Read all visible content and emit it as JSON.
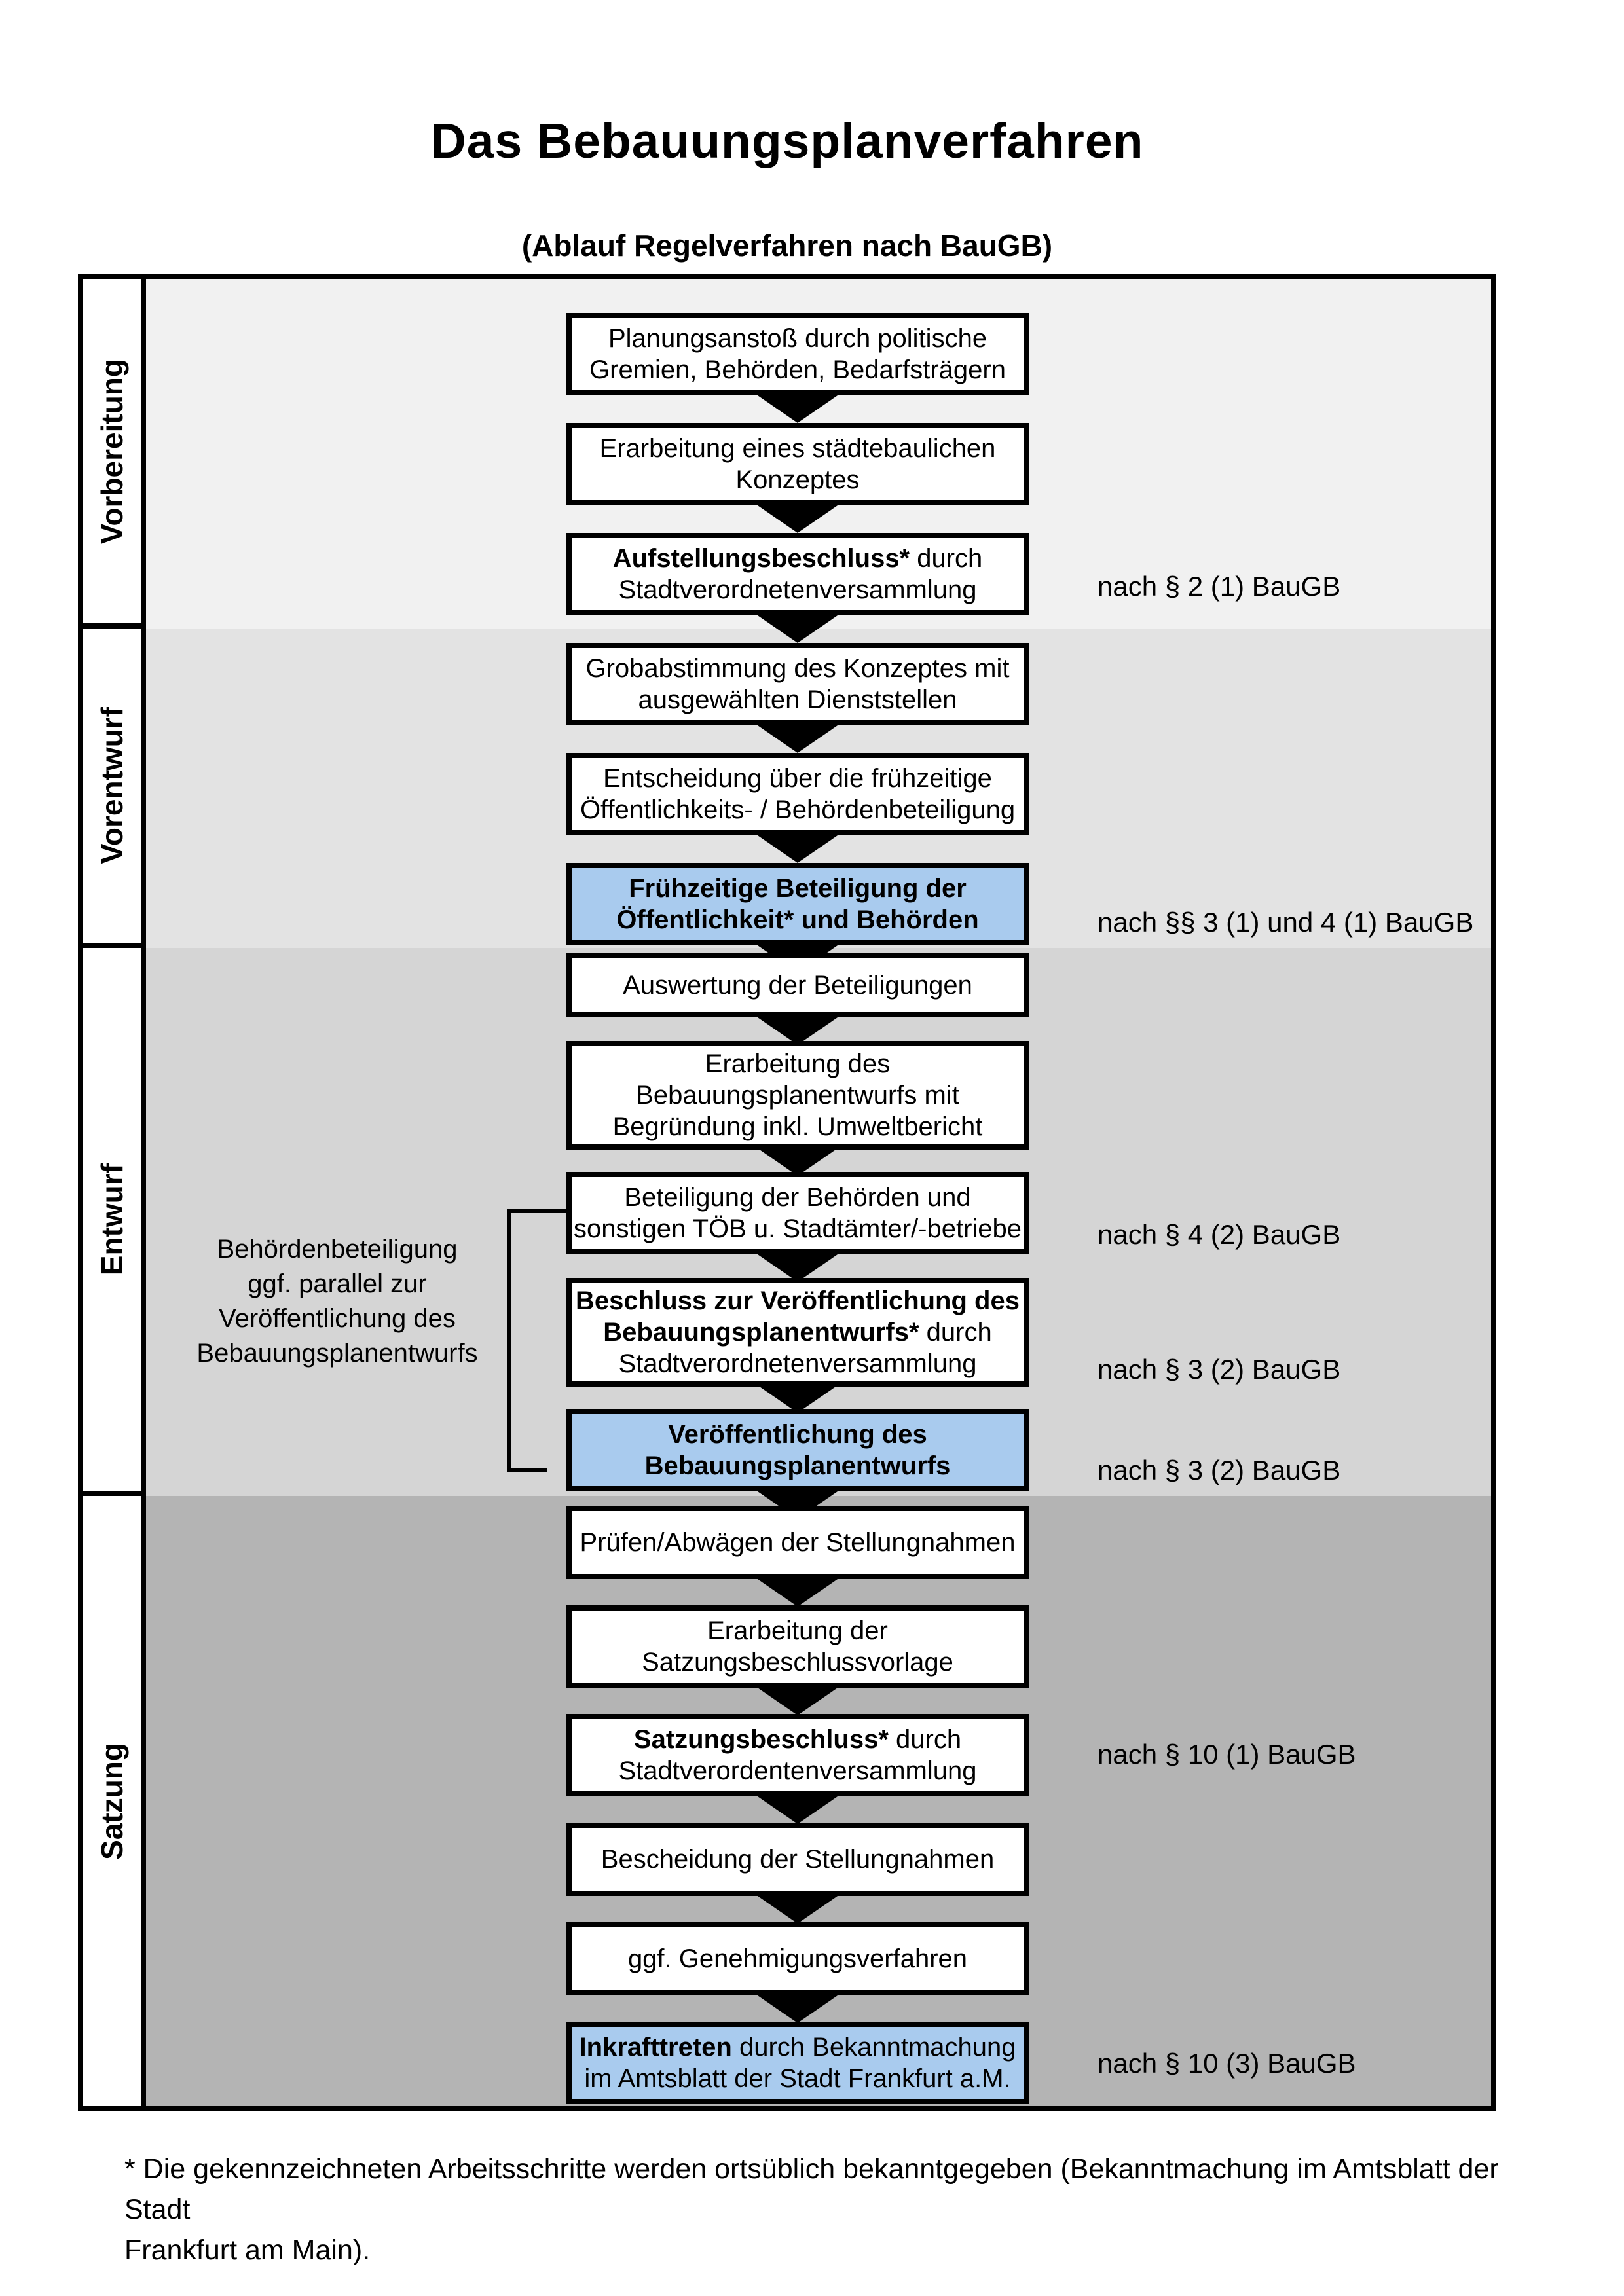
{
  "page": {
    "title": "Das Bebauungsplanverfahren",
    "subtitle": "(Ablauf Regelverfahren nach BauGB)",
    "footnote": "* Die gekennzeichneten Arbeitsschritte werden ortsüblich bekanntgegeben (Bekanntmachung im Amtsblatt der Stadt\nFrankfurt am Main)."
  },
  "colors": {
    "highlight_blue": "#a9cbee",
    "phase1_gray": "#f1f1f1",
    "phase2_gray": "#e3e3e3",
    "phase3_gray": "#d5d5d5",
    "phase4_gray": "#b4b4b4",
    "box_border": "#000000"
  },
  "phases": [
    {
      "label": "Vorbereitung"
    },
    {
      "label": "Vorentwurf"
    },
    {
      "label": "Entwurf"
    },
    {
      "label": "Satzung"
    }
  ],
  "side_note": "Behördenbeteiligung\nggf. parallel zur\nVeröffentlichung des\nBebauungsplanentwurfs",
  "steps": [
    {
      "text": "Planungsanstoß durch politische\nGremien, Behörden, Bedarfsträgern"
    },
    {
      "text": "Erarbeitung eines städtebaulichen\nKonzeptes"
    },
    {
      "bold": "Aufstellungsbeschluss*",
      "text": " durch\nStadtverordnetenversammlung"
    },
    {
      "text": "Grobabstimmung des Konzeptes mit\nausgewählten Dienststellen"
    },
    {
      "text": "Entscheidung über die frühzeitige\nÖffentlichkeits- / Behördenbeteiligung"
    },
    {
      "bold": "Frühzeitige Beteiligung der\nÖffentlichkeit* und Behörden"
    },
    {
      "text": "Auswertung der Beteiligungen"
    },
    {
      "text": "Erarbeitung des\nBebauungsplanentwurfs mit\nBegründung inkl. Umweltbericht"
    },
    {
      "text": "Beteiligung der Behörden und\nsonstigen TÖB u. Stadtämter/-betriebe"
    },
    {
      "bold": "Beschluss zur Veröffentlichung des\nBebauungsplanentwurfs*",
      "text": " durch\nStadtverordnetenversammlung"
    },
    {
      "bold": "Veröffentlichung des\nBebauungsplanentwurfs"
    },
    {
      "text": "Prüfen/Abwägen der Stellungnahmen"
    },
    {
      "text": "Erarbeitung der\nSatzungsbeschlussvorlage"
    },
    {
      "bold": "Satzungsbeschluss*",
      "text": " durch\nStadtverordentenversammlung"
    },
    {
      "text": "Bescheidung der Stellungnahmen"
    },
    {
      "text": "ggf. Genehmigungsverfahren"
    },
    {
      "bold": "Inkrafttreten",
      "text": " durch Bekanntmachung\nim Amtsblatt der Stadt Frankfurt a.M."
    }
  ],
  "annotations": [
    {
      "text": "nach § 2 (1) BauGB"
    },
    {
      "text": "nach §§ 3 (1) und 4 (1) BauGB"
    },
    {
      "text": "nach § 4 (2) BauGB"
    },
    {
      "text": "nach § 3 (2) BauGB"
    },
    {
      "text": "nach § 3 (2) BauGB"
    },
    {
      "text": "nach § 10 (1) BauGB"
    },
    {
      "text": "nach § 10 (3) BauGB"
    }
  ]
}
